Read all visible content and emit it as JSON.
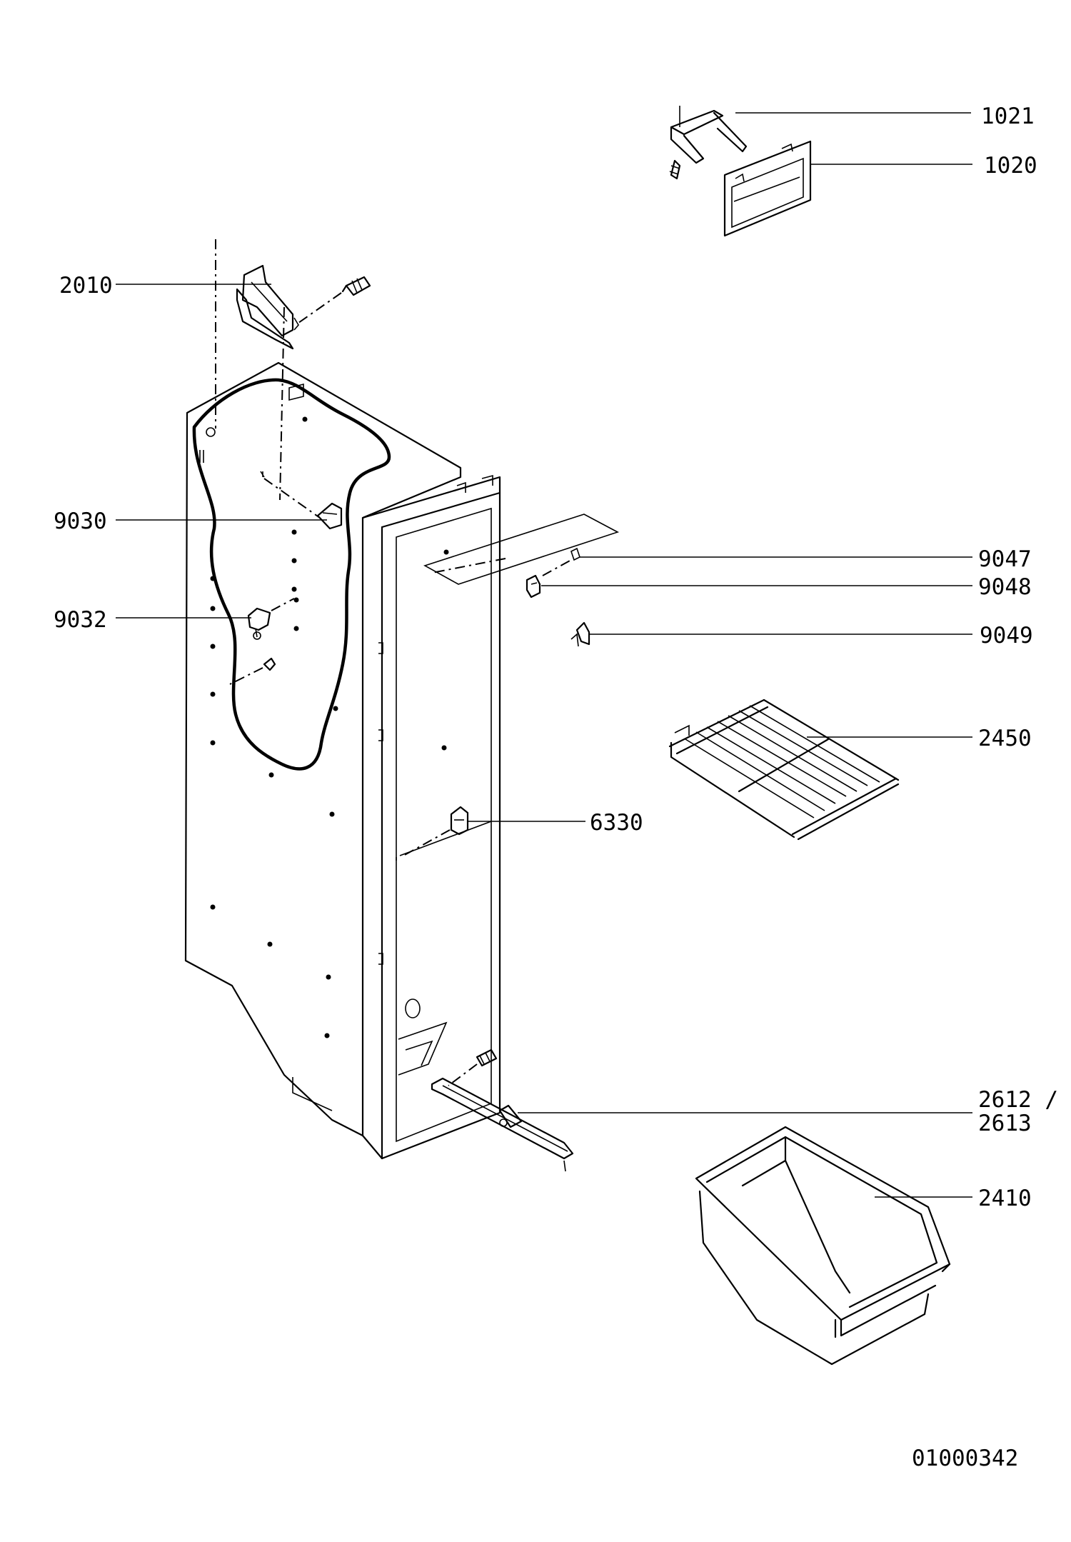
{
  "callouts": [
    {
      "id": "1021",
      "text": "1021"
    },
    {
      "id": "1020",
      "text": "1020"
    },
    {
      "id": "2010",
      "text": "2010"
    },
    {
      "id": "9030",
      "text": "9030"
    },
    {
      "id": "9047",
      "text": "9047"
    },
    {
      "id": "9048",
      "text": "9048"
    },
    {
      "id": "9032",
      "text": "9032"
    },
    {
      "id": "9049",
      "text": "9049"
    },
    {
      "id": "2450",
      "text": "2450"
    },
    {
      "id": "6330",
      "text": "6330"
    },
    {
      "id": "2612",
      "text": "2612 /"
    },
    {
      "id": "2613",
      "text": "2613"
    },
    {
      "id": "2410",
      "text": "2410"
    }
  ],
  "drawing_number": "01000342"
}
